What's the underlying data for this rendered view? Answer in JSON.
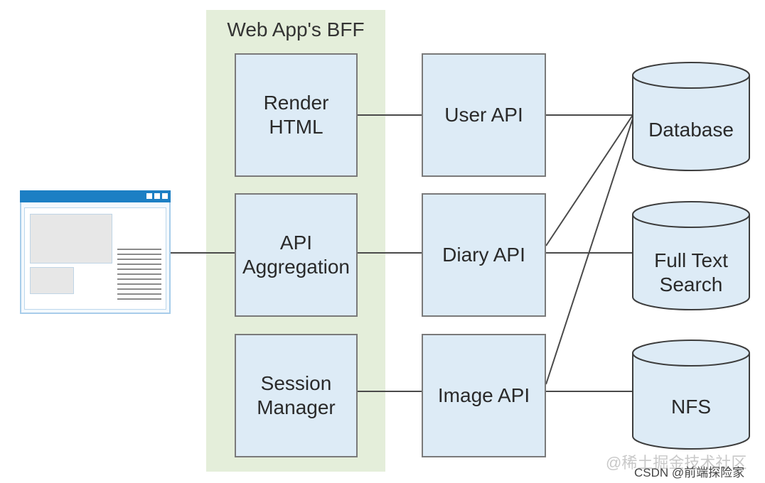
{
  "bff": {
    "title": "Web App's BFF",
    "render_html": "Render\nHTML",
    "api_aggregation": "API\nAggregation",
    "session_manager": "Session\nManager"
  },
  "apis": {
    "user": "User API",
    "diary": "Diary API",
    "image": "Image API"
  },
  "stores": {
    "database": "Database",
    "full_text_search": "Full Text\nSearch",
    "nfs": "NFS"
  },
  "watermark": {
    "line1": "@稀土掘金技术社区",
    "line2": "CSDN @前端探险家"
  },
  "colors": {
    "bff_background": "#e4eeda",
    "box_fill": "#ddebf6",
    "browser_accent": "#1c7fc4"
  }
}
